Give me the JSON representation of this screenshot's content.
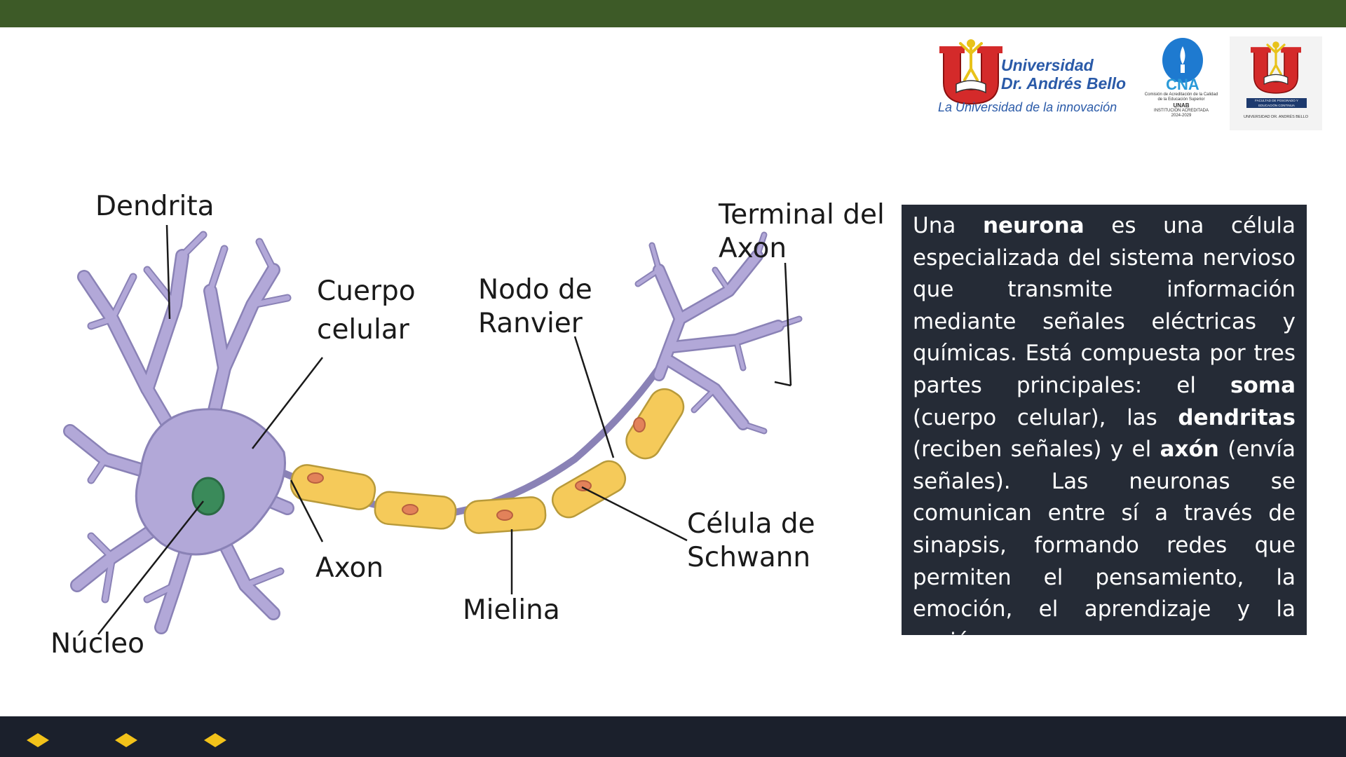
{
  "logos": {
    "university_name_line1": "Universidad",
    "university_name_line2": "Dr. Andrés Bello",
    "university_slogan": "La Universidad de la innovación",
    "accreditation_acronym": "CNA",
    "accreditation_description": "Comisión de Acreditación de la Calidad de la Educación Superior",
    "accreditation_university": "UNAB",
    "accreditation_status": "INSTITUCIÓN ACREDITADA",
    "accreditation_period": "2024-2029",
    "faculty_name": "FACULTAD DE POSGRADO Y EDUCACIÓN CONTINUA",
    "faculty_university": "UNIVERSIDAD DR. ANDRÉS BELLO"
  },
  "diagram": {
    "labels": {
      "dendrita": "Dendrita",
      "cuerpo_celular_1": "Cuerpo",
      "cuerpo_celular_2": "celular",
      "nodo_ranvier_1": "Nodo de",
      "nodo_ranvier_2": "Ranvier",
      "terminal_axon_1": "Terminal del",
      "terminal_axon_2": "Axon",
      "celula_schwann_1": "Célula de",
      "celula_schwann_2": "Schwann",
      "axon": "Axon",
      "mielina": "Mielina",
      "nucleo": "Núcleo"
    }
  },
  "description": {
    "p1": "Una ",
    "b1": "neurona",
    "p2": " es una célula especializada del sistema nervioso que transmite información mediante señales eléctricas y químicas. Está compuesta por tres partes principales: el ",
    "b2": "soma",
    "p3": " (cuerpo celular), las ",
    "b3": "dendritas",
    "p4": " (reciben señales) y el ",
    "b4": "axón",
    "p5": " (envía señales). Las neuronas se comunican entre sí a través de sinapsis, formando redes que permiten el pensamiento, la emoción, el aprendizaje y la acción."
  },
  "colors": {
    "top_bar": "#3d5a27",
    "bottom_bar": "#1b202c",
    "textbox_bg": "#252b36",
    "neuron_body": "#b2a8d8",
    "nucleus": "#3a8a5a",
    "myelin": "#f5ca5a",
    "myelin_nucleus": "#e2825a",
    "accent_diamond": "#f2c21a"
  }
}
